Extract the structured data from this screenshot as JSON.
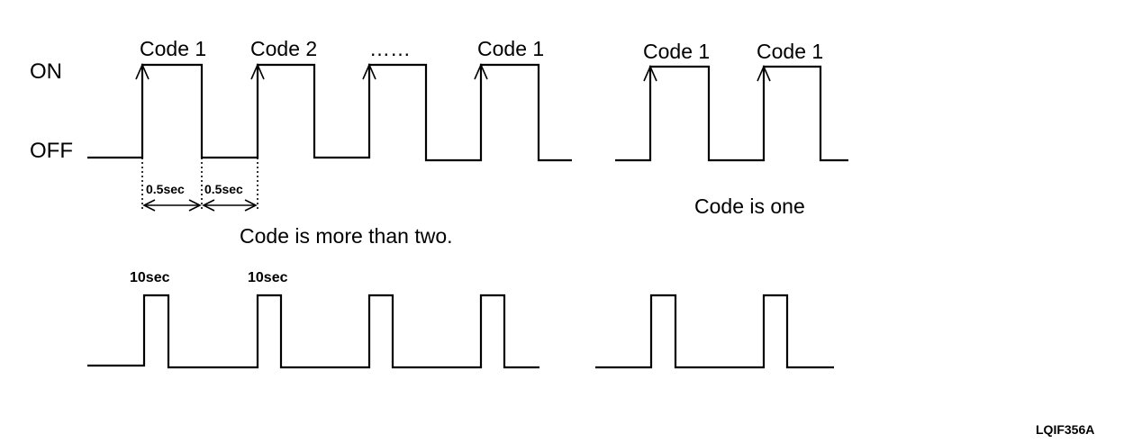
{
  "state_labels": {
    "on": "ON",
    "off": "OFF"
  },
  "top_left": {
    "pulse_labels": [
      "Code 1",
      "Code 2",
      "……",
      "Code 1"
    ],
    "interval_labels": [
      "0.5sec",
      "0.5sec"
    ],
    "caption": "Code is more than two."
  },
  "top_right": {
    "pulse_labels": [
      "Code 1",
      "Code 1"
    ],
    "caption": "Code is one"
  },
  "bottom": {
    "pulse_labels": [
      "10sec",
      "10sec"
    ]
  },
  "figure_id": "LQIF356A"
}
